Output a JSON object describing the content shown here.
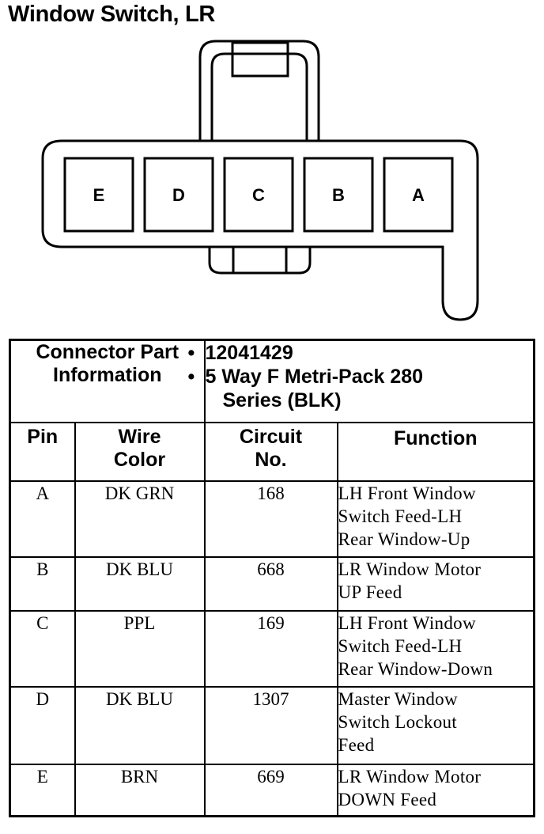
{
  "title": "Window Switch, LR",
  "connector": {
    "pins": [
      "E",
      "D",
      "C",
      "B",
      "A"
    ]
  },
  "part_info": {
    "label_line1": "Connector Part",
    "label_line2": "Information",
    "items": [
      "12041429",
      "5 Way F Metri-Pack 280",
      "Series (BLK)"
    ]
  },
  "headers": {
    "pin": "Pin",
    "wire_color_line1": "Wire",
    "wire_color_line2": "Color",
    "circuit_line1": "Circuit",
    "circuit_line2": "No.",
    "function": "Function"
  },
  "rows": [
    {
      "pin": "A",
      "wire": "DK GRN",
      "circuit": "168",
      "function": [
        "LH Front Window",
        "Switch Feed-LH",
        "Rear Window-Up"
      ]
    },
    {
      "pin": "B",
      "wire": "DK BLU",
      "circuit": "668",
      "function": [
        "LR Window Motor",
        "UP Feed"
      ]
    },
    {
      "pin": "C",
      "wire": "PPL",
      "circuit": "169",
      "function": [
        "LH Front Window",
        "Switch Feed-LH",
        "Rear Window-Down"
      ]
    },
    {
      "pin": "D",
      "wire": "DK BLU",
      "circuit": "1307",
      "function": [
        "Master Window",
        "Switch Lockout",
        "Feed"
      ]
    },
    {
      "pin": "E",
      "wire": "BRN",
      "circuit": "669",
      "function": [
        "LR Window Motor",
        "DOWN Feed"
      ]
    }
  ]
}
